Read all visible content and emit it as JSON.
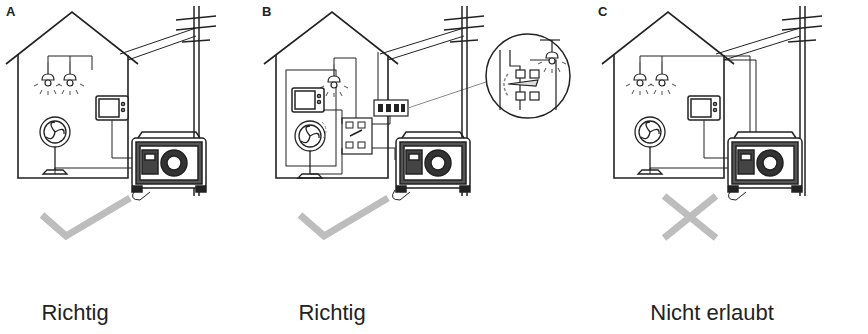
{
  "diagram": {
    "labels": [
      "A",
      "B",
      "C",
      "Richtig",
      "Richtig",
      "Nicht erlaubt"
    ]
  }
}
